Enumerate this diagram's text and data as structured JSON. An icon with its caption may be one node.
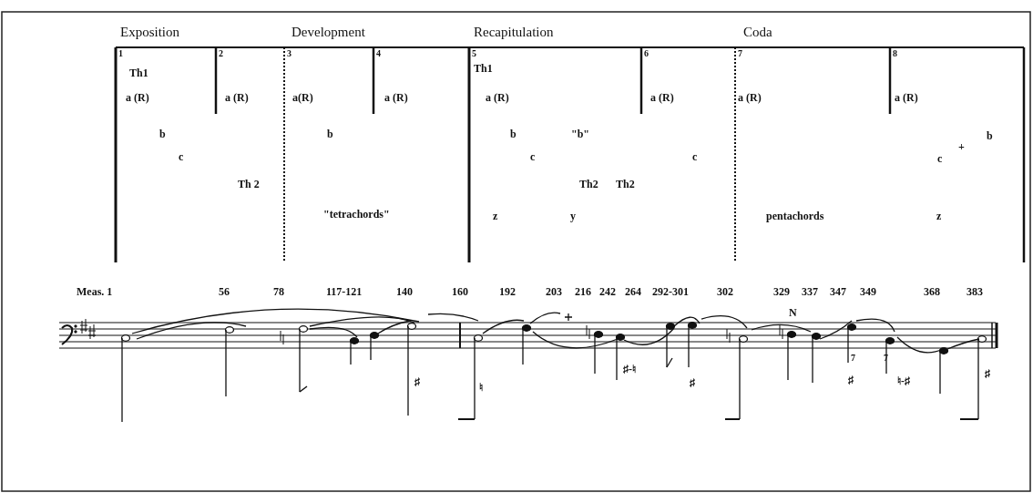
{
  "diagram": {
    "labels": [
      "Exposition",
      "Development",
      "Recapitulation",
      "Coda",
      "1",
      "2",
      "3",
      "4",
      "5",
      "6",
      "7",
      "8",
      "Th1",
      "Th1",
      "a (R)",
      "a (R)",
      "a(R)",
      "a (R)",
      "a (R)",
      "a (R)",
      "a (R)",
      "a (R)",
      "b",
      "b",
      "b",
      "\"b\"",
      "+",
      "b",
      "c",
      "c",
      "c",
      "c",
      "Th 2",
      "Th2",
      "Th2",
      "\"tetrachords\"",
      "z",
      "y",
      "pentachords",
      "z",
      "Meas. 1",
      "56",
      "78",
      "117-121",
      "140",
      "160",
      "192",
      "203",
      "216",
      "242",
      "264",
      "292-301",
      "302",
      "329",
      "337",
      "347",
      "349",
      "368",
      "383",
      "N",
      "♯",
      "♮",
      "♯-♮",
      "♯",
      "7",
      "♯",
      "7",
      "♮-♯",
      "♯"
    ]
  }
}
